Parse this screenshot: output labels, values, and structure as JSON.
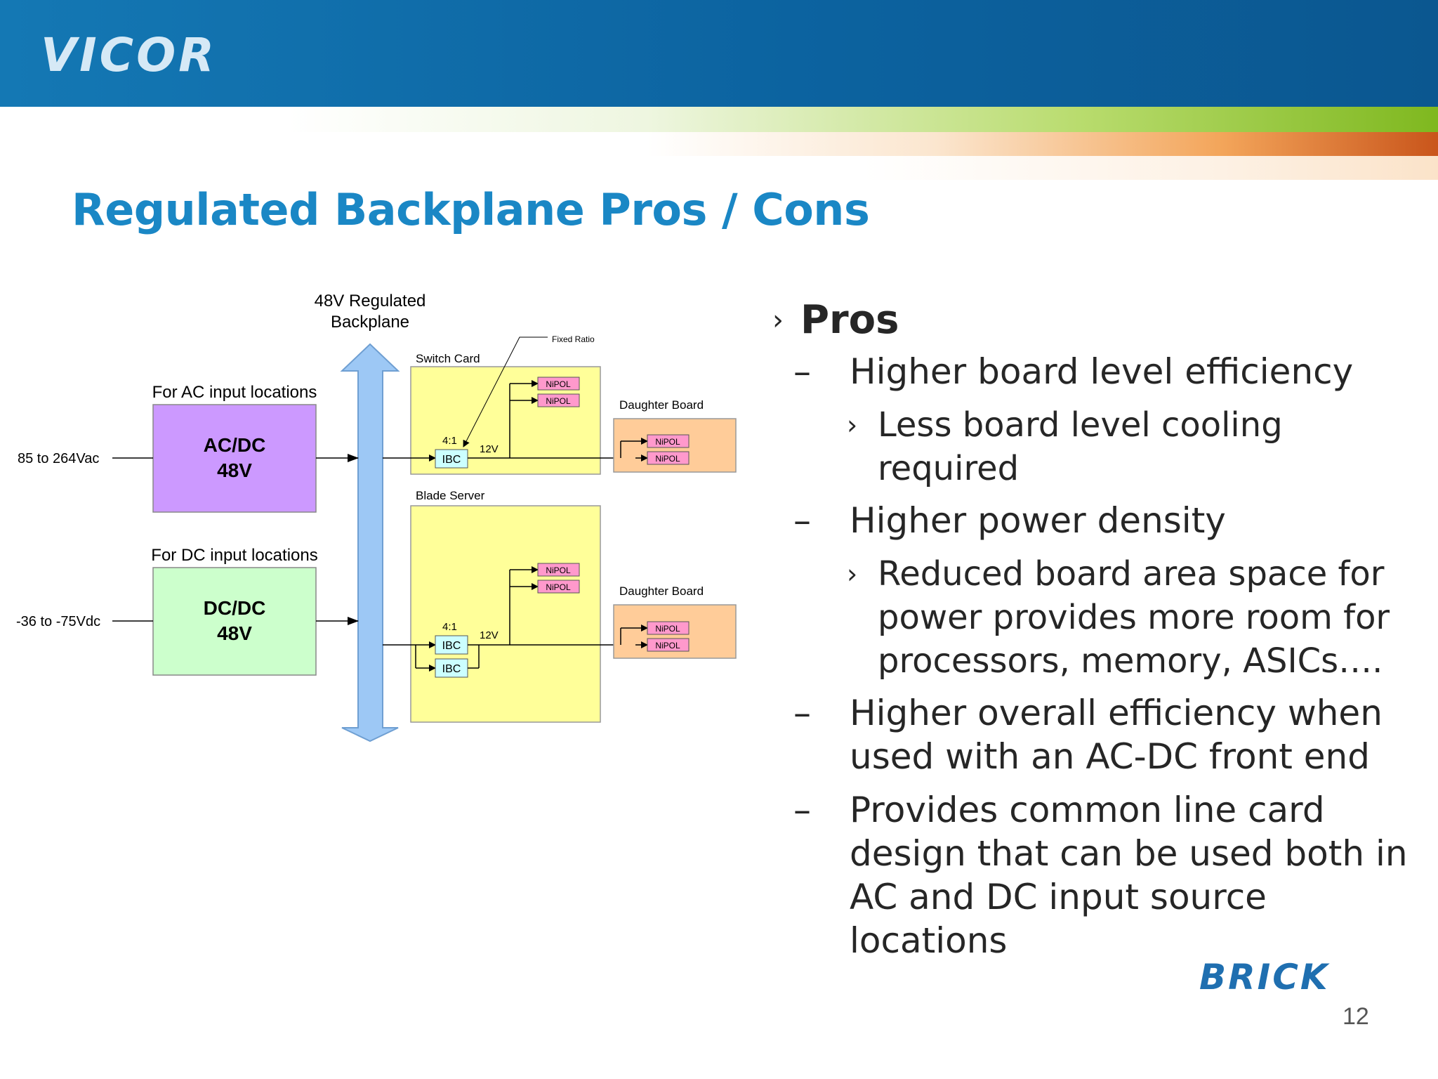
{
  "header": {
    "logo": "VICOR"
  },
  "slide": {
    "title": "Regulated Backplane Pros / Cons",
    "page_number": "12",
    "footer_logo": "BRICK"
  },
  "diagram": {
    "backplane_line1": "48V Regulated",
    "backplane_line2": "Backplane",
    "fixed_ratio": "Fixed Ratio",
    "switch_card": "Switch Card",
    "blade_server": "Blade Server",
    "daughter_board": "Daughter Board",
    "ac_caption": "For AC input locations",
    "dc_caption": "For DC input locations",
    "ac_input": "85 to 264Vac",
    "dc_input": "-36 to -75Vdc",
    "ac_box_line1": "AC/DC",
    "ac_box_line2": "48V",
    "dc_box_line1": "DC/DC",
    "dc_box_line2": "48V",
    "ratio": "4:1",
    "ibc": "IBC",
    "v12": "12V",
    "nipol": "NiPOL"
  },
  "bullets": {
    "pros_marker": "›",
    "pros": "Pros",
    "dash": "–",
    "sub_marker": "›",
    "item1": "Higher board level efficiency",
    "item1_sub_line1": "Less board level cooling",
    "item1_sub_line2": "required",
    "item2": "Higher power density",
    "item2_sub_line1": "Reduced board area space for",
    "item2_sub_line2": "power provides more room for",
    "item2_sub_line3": "processors, memory, ASICs….",
    "item3_line1": "Higher overall efficiency when",
    "item3_line2": "used with an AC-DC front end",
    "item4_line1": "Provides common line card",
    "item4_line2": "design that can be used both in",
    "item4_line3": "AC and DC input source locations"
  }
}
